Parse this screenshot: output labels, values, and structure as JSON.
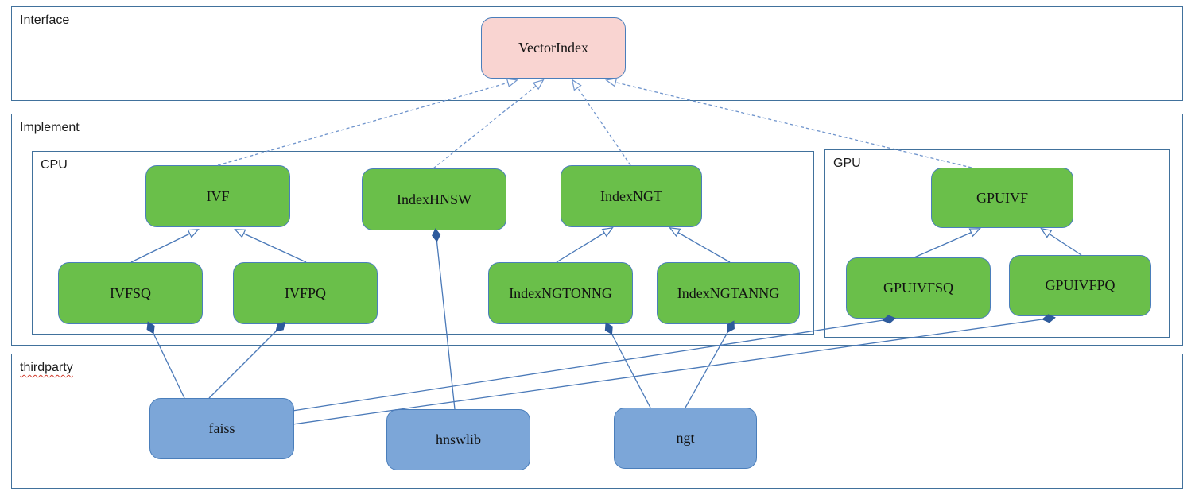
{
  "diagram": {
    "containers": {
      "interface": {
        "label": "Interface"
      },
      "implement": {
        "label": "Implement"
      },
      "cpu": {
        "label": "CPU"
      },
      "gpu": {
        "label": "GPU"
      },
      "thirdparty": {
        "label": "thirdparty"
      }
    },
    "nodes": {
      "vectorindex": {
        "label": "VectorIndex",
        "kind": "interface",
        "group": "Interface"
      },
      "ivf": {
        "label": "IVF",
        "kind": "class",
        "group": "CPU"
      },
      "indexhnsw": {
        "label": "IndexHNSW",
        "kind": "class",
        "group": "CPU"
      },
      "indexngt": {
        "label": "IndexNGT",
        "kind": "class",
        "group": "CPU"
      },
      "ivfsq": {
        "label": "IVFSQ",
        "kind": "class",
        "group": "CPU"
      },
      "ivfpq": {
        "label": "IVFPQ",
        "kind": "class",
        "group": "CPU"
      },
      "indexngtonng": {
        "label": "IndexNGTONNG",
        "kind": "class",
        "group": "CPU"
      },
      "indexngtanng": {
        "label": "IndexNGTANNG",
        "kind": "class",
        "group": "CPU"
      },
      "gpuivf": {
        "label": "GPUIVF",
        "kind": "class",
        "group": "GPU"
      },
      "gpuivfsq": {
        "label": "GPUIVFSQ",
        "kind": "class",
        "group": "GPU"
      },
      "gpuivfpq": {
        "label": "GPUIVFPQ",
        "kind": "class",
        "group": "GPU"
      },
      "faiss": {
        "label": "faiss",
        "kind": "thirdparty",
        "group": "thirdparty"
      },
      "hnswlib": {
        "label": "hnswlib",
        "kind": "thirdparty",
        "group": "thirdparty"
      },
      "ngt": {
        "label": "ngt",
        "kind": "thirdparty",
        "group": "thirdparty"
      }
    },
    "edges": [
      {
        "from": "IVF",
        "to": "VectorIndex",
        "type": "realization-dashed-hollow-arrow"
      },
      {
        "from": "IndexHNSW",
        "to": "VectorIndex",
        "type": "realization-dashed-hollow-arrow"
      },
      {
        "from": "IndexNGT",
        "to": "VectorIndex",
        "type": "realization-dashed-hollow-arrow"
      },
      {
        "from": "GPUIVF",
        "to": "VectorIndex",
        "type": "realization-dashed-hollow-arrow"
      },
      {
        "from": "IVFSQ",
        "to": "IVF",
        "type": "generalization-hollow-arrow"
      },
      {
        "from": "IVFPQ",
        "to": "IVF",
        "type": "generalization-hollow-arrow"
      },
      {
        "from": "IndexNGTONNG",
        "to": "IndexNGT",
        "type": "generalization-hollow-arrow"
      },
      {
        "from": "IndexNGTANNG",
        "to": "IndexNGT",
        "type": "generalization-hollow-arrow"
      },
      {
        "from": "GPUIVFSQ",
        "to": "GPUIVF",
        "type": "generalization-hollow-arrow"
      },
      {
        "from": "GPUIVFPQ",
        "to": "GPUIVF",
        "type": "generalization-hollow-arrow"
      },
      {
        "from": "faiss",
        "to": "IVFSQ",
        "type": "composition-filled-diamond"
      },
      {
        "from": "faiss",
        "to": "IVFPQ",
        "type": "composition-filled-diamond"
      },
      {
        "from": "faiss",
        "to": "GPUIVFSQ",
        "type": "composition-filled-diamond"
      },
      {
        "from": "faiss",
        "to": "GPUIVFPQ",
        "type": "composition-filled-diamond"
      },
      {
        "from": "hnswlib",
        "to": "IndexHNSW",
        "type": "composition-filled-diamond"
      },
      {
        "from": "ngt",
        "to": "IndexNGTONNG",
        "type": "composition-filled-diamond"
      },
      {
        "from": "ngt",
        "to": "IndexNGTANNG",
        "type": "composition-filled-diamond"
      }
    ],
    "colors": {
      "class_fill": "#6abf4a",
      "interface_fill": "#f9d4d1",
      "thirdparty_fill": "#7ca6d8",
      "node_border": "#4a7ebb",
      "container_border": "#41719c",
      "edge_solid": "#4a79b8",
      "edge_dashed": "#6f94cc",
      "diamond_fill": "#2e5b9c",
      "spellcheck_underline": "#d03a2b"
    }
  }
}
